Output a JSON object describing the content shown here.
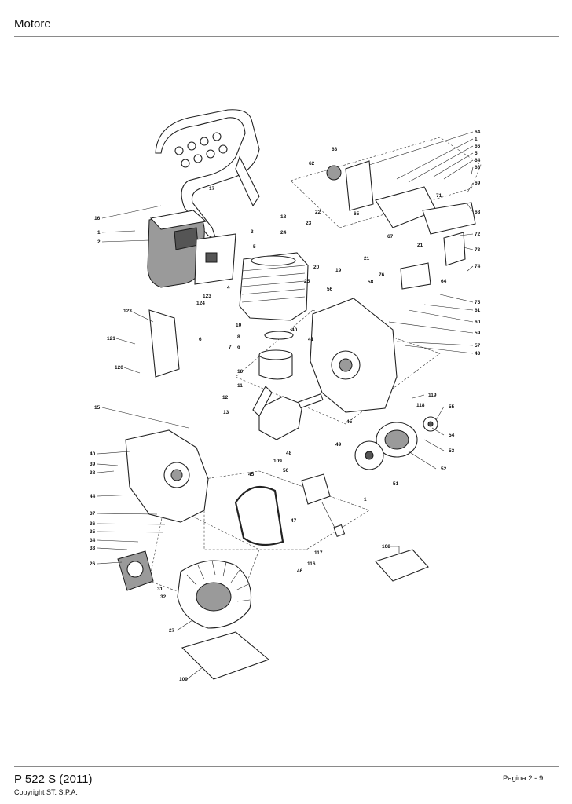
{
  "header": {
    "title": "Motore"
  },
  "footer": {
    "model": "P 522 S (2011)",
    "copyright": "Copyright ST. S.P.A.",
    "page": "Pagina 2 - 9"
  },
  "diagram": {
    "callouts": [
      {
        "key": "c64a",
        "text": "64"
      },
      {
        "key": "c1a",
        "text": "1"
      },
      {
        "key": "c66",
        "text": "66"
      },
      {
        "key": "c5a",
        "text": "5"
      },
      {
        "key": "c64b",
        "text": "64"
      },
      {
        "key": "c68a",
        "text": "68"
      },
      {
        "key": "c69",
        "text": "69"
      },
      {
        "key": "c68b",
        "text": "68"
      },
      {
        "key": "c63",
        "text": "63"
      },
      {
        "key": "c62",
        "text": "62"
      },
      {
        "key": "c65",
        "text": "65"
      },
      {
        "key": "c67",
        "text": "67"
      },
      {
        "key": "c71",
        "text": "71"
      },
      {
        "key": "c72",
        "text": "72"
      },
      {
        "key": "c73",
        "text": "73"
      },
      {
        "key": "c74",
        "text": "74"
      },
      {
        "key": "c75",
        "text": "75"
      },
      {
        "key": "c61",
        "text": "61"
      },
      {
        "key": "c60",
        "text": "60"
      },
      {
        "key": "c59",
        "text": "59"
      },
      {
        "key": "c57",
        "text": "57"
      },
      {
        "key": "c43",
        "text": "43"
      },
      {
        "key": "c58",
        "text": "58"
      },
      {
        "key": "c76",
        "text": "76"
      },
      {
        "key": "c64c",
        "text": "64"
      },
      {
        "key": "c21a",
        "text": "21"
      },
      {
        "key": "c17",
        "text": "17"
      },
      {
        "key": "c18",
        "text": "18"
      },
      {
        "key": "c22",
        "text": "22"
      },
      {
        "key": "c23",
        "text": "23"
      },
      {
        "key": "c24",
        "text": "24"
      },
      {
        "key": "c21b",
        "text": "21"
      },
      {
        "key": "c3",
        "text": "3"
      },
      {
        "key": "c5b",
        "text": "5"
      },
      {
        "key": "c20",
        "text": "20"
      },
      {
        "key": "c19",
        "text": "19"
      },
      {
        "key": "c25",
        "text": "25"
      },
      {
        "key": "c56",
        "text": "56"
      },
      {
        "key": "c16",
        "text": "16"
      },
      {
        "key": "c1b",
        "text": "1"
      },
      {
        "key": "c2",
        "text": "2"
      },
      {
        "key": "c123",
        "text": "123"
      },
      {
        "key": "c124",
        "text": "124"
      },
      {
        "key": "c4",
        "text": "4"
      },
      {
        "key": "c122",
        "text": "122"
      },
      {
        "key": "c121",
        "text": "121"
      },
      {
        "key": "c120",
        "text": "120"
      },
      {
        "key": "c6",
        "text": "6"
      },
      {
        "key": "c7",
        "text": "7"
      },
      {
        "key": "c10a",
        "text": "10"
      },
      {
        "key": "c8",
        "text": "8"
      },
      {
        "key": "c9",
        "text": "9"
      },
      {
        "key": "c10b",
        "text": "10"
      },
      {
        "key": "c11",
        "text": "11"
      },
      {
        "key": "c12",
        "text": "12"
      },
      {
        "key": "c13",
        "text": "13"
      },
      {
        "key": "c40a",
        "text": "40"
      },
      {
        "key": "c41",
        "text": "41"
      },
      {
        "key": "c45a",
        "text": "45"
      },
      {
        "key": "c119",
        "text": "119"
      },
      {
        "key": "c118",
        "text": "118"
      },
      {
        "key": "c55",
        "text": "55"
      },
      {
        "key": "c54",
        "text": "54"
      },
      {
        "key": "c53",
        "text": "53"
      },
      {
        "key": "c52",
        "text": "52"
      },
      {
        "key": "c15",
        "text": "15"
      },
      {
        "key": "c40b",
        "text": "40"
      },
      {
        "key": "c39",
        "text": "39"
      },
      {
        "key": "c38",
        "text": "38"
      },
      {
        "key": "c109a",
        "text": "109"
      },
      {
        "key": "c45b",
        "text": "45"
      },
      {
        "key": "c48",
        "text": "48"
      },
      {
        "key": "c49",
        "text": "49"
      },
      {
        "key": "c51",
        "text": "51"
      },
      {
        "key": "c50",
        "text": "50"
      },
      {
        "key": "c1c",
        "text": "1"
      },
      {
        "key": "c44",
        "text": "44"
      },
      {
        "key": "c37",
        "text": "37"
      },
      {
        "key": "c36",
        "text": "36"
      },
      {
        "key": "c35",
        "text": "35"
      },
      {
        "key": "c34",
        "text": "34"
      },
      {
        "key": "c33",
        "text": "33"
      },
      {
        "key": "c47",
        "text": "47"
      },
      {
        "key": "c26",
        "text": "26"
      },
      {
        "key": "c117",
        "text": "117"
      },
      {
        "key": "c116",
        "text": "116"
      },
      {
        "key": "c46",
        "text": "46"
      },
      {
        "key": "c108",
        "text": "108"
      },
      {
        "key": "c31",
        "text": "31"
      },
      {
        "key": "c32",
        "text": "32"
      },
      {
        "key": "c27",
        "text": "27"
      },
      {
        "key": "c109b",
        "text": "109"
      }
    ]
  }
}
